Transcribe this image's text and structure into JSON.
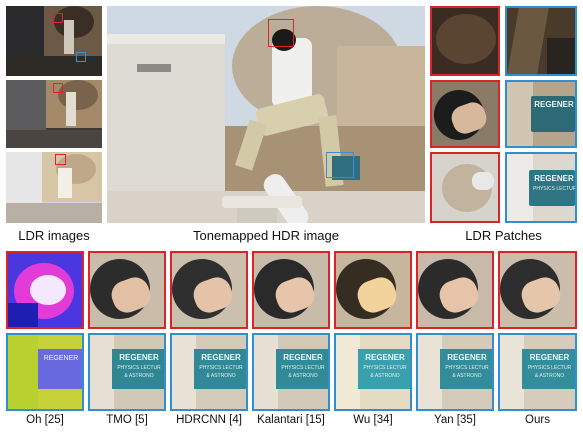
{
  "top_captions": {
    "ldr_images": "LDR images",
    "tonemapped": "Tonemapped HDR image",
    "ldr_patches": "LDR Patches"
  },
  "sign_text": {
    "line1": "REGENER",
    "line2": "PHYSICS LECTUR",
    "line3": "& ASTRONO"
  },
  "methods": [
    {
      "label": "Oh [25]"
    },
    {
      "label": "TMO [5]"
    },
    {
      "label": "HDRCNN [4]"
    },
    {
      "label": "Kalantari [15]"
    },
    {
      "label": "Wu [34]"
    },
    {
      "label": "Yan [35]"
    },
    {
      "label": "Ours"
    }
  ],
  "colors": {
    "red_frame": "#d9252a",
    "blue_frame": "#2f8fd0"
  }
}
